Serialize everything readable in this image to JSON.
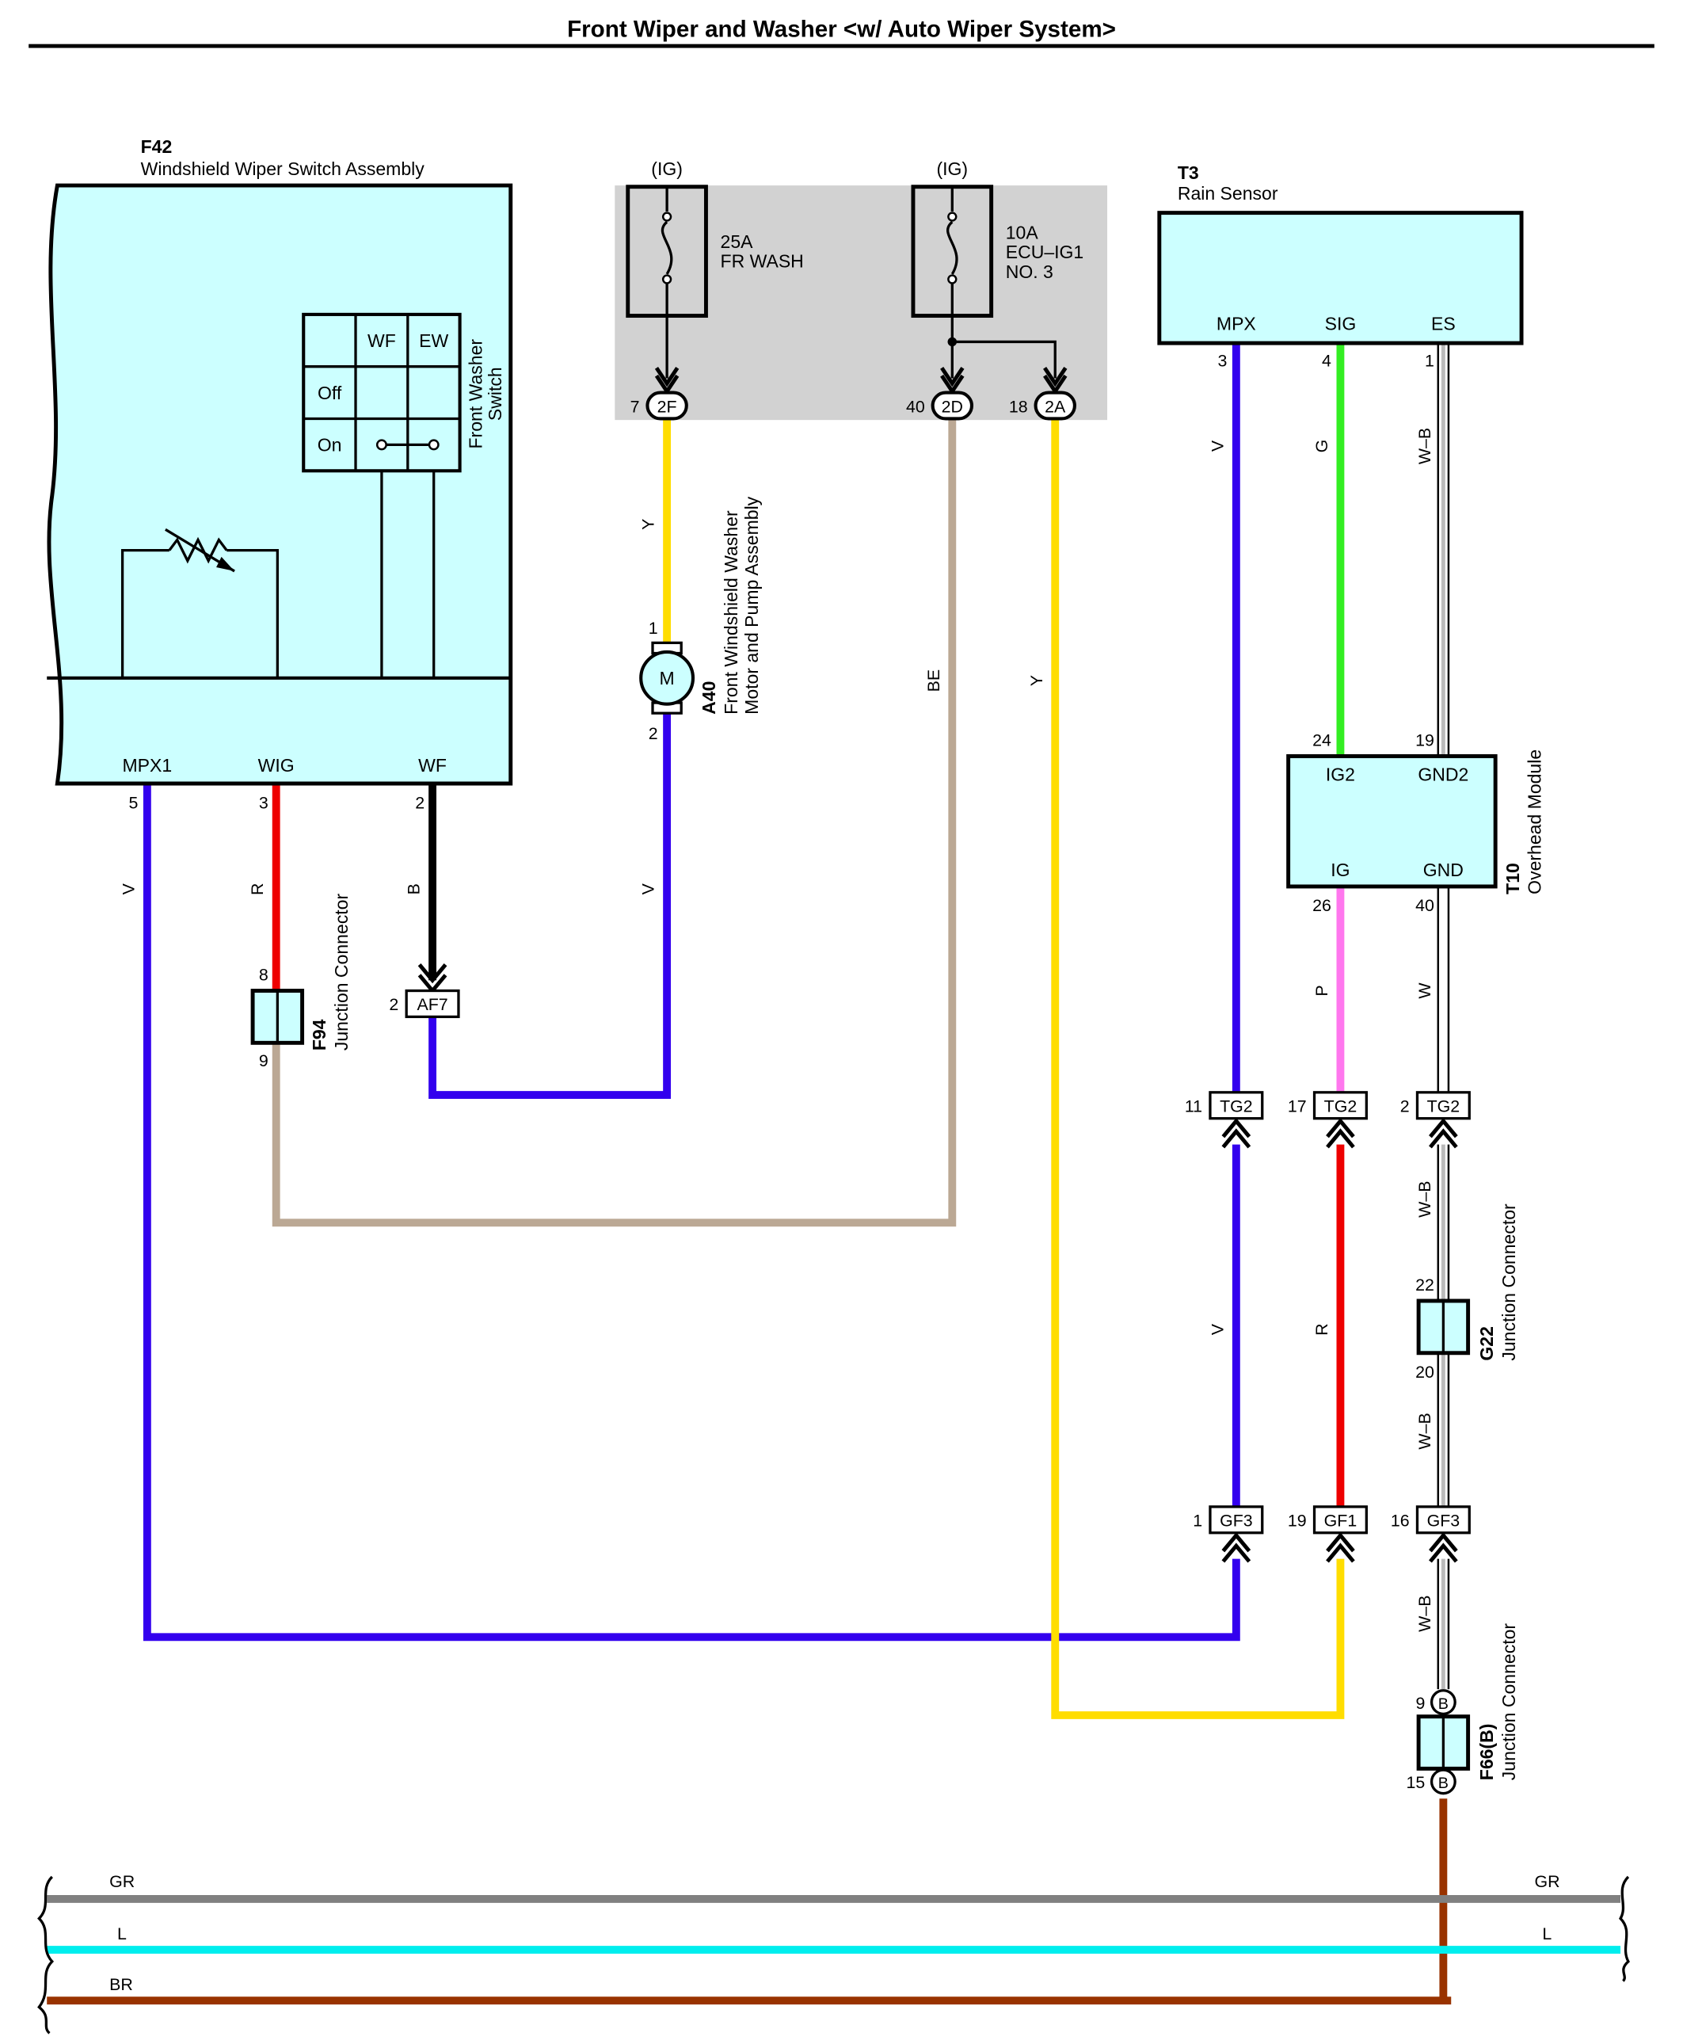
{
  "title": "Front Wiper and Washer <w/ Auto Wiper System>",
  "colors": {
    "V": "#3300ee",
    "Y": "#ffdd00",
    "BE": "#bba894",
    "G": "#33ee22",
    "R": "#ee0000",
    "B": "#000000",
    "P": "#ff77ee",
    "W": "#ffffff",
    "W-B": "#dddddd",
    "GR": "#808080",
    "L": "#00eeee",
    "BR": "#993300",
    "component_fill": "#ccffff",
    "fuse_block_fill": "#d2d2d2"
  },
  "components": {
    "f42": {
      "code": "F42",
      "name": "Windshield Wiper Switch Assembly",
      "pins": [
        {
          "name": "MPX1",
          "num": "5"
        },
        {
          "name": "WIG",
          "num": "3"
        },
        {
          "name": "WF",
          "num": "2"
        }
      ],
      "washer_switch": {
        "title_line1": "Front Washer",
        "title_line2": "Switch",
        "col_headers": [
          "WF",
          "EW"
        ],
        "row_labels": [
          "Off",
          "On"
        ]
      }
    },
    "fuses": [
      {
        "supply": "(IG)",
        "rating": "25A",
        "name": "FR WASH",
        "name2": ""
      },
      {
        "supply": "(IG)",
        "rating": "10A",
        "name": "ECU–IG1",
        "name2": "NO. 3"
      }
    ],
    "fuse_connectors": [
      {
        "pin": "7",
        "label": "2F"
      },
      {
        "pin": "40",
        "label": "2D"
      },
      {
        "pin": "18",
        "label": "2A"
      }
    ],
    "t3": {
      "code": "T3",
      "name": "Rain Sensor",
      "pins": [
        {
          "name": "MPX",
          "num": "3"
        },
        {
          "name": "SIG",
          "num": "4"
        },
        {
          "name": "ES",
          "num": "1"
        }
      ]
    },
    "a40": {
      "code": "A40",
      "name_line1": "Front Windshield Washer",
      "name_line2": "Motor and Pump Assembly",
      "motor_label": "M",
      "pin_top": "1",
      "pin_bottom": "2"
    },
    "t10": {
      "code": "T10",
      "name": "Overhead Module",
      "pins": [
        {
          "name": "IG2",
          "num": "24"
        },
        {
          "name": "GND2",
          "num": "19"
        },
        {
          "name": "IG",
          "num": "26"
        },
        {
          "name": "GND",
          "num": "40"
        }
      ]
    },
    "f94": {
      "code": "F94",
      "name": "Junction Connector",
      "pin_top": "8",
      "pin_bottom": "9"
    },
    "g22": {
      "code": "G22",
      "name": "Junction Connector",
      "pin_top": "22",
      "pin_bottom": "20"
    },
    "f66": {
      "code": "F66(B)",
      "name": "Junction Connector",
      "pin_top": "9",
      "pin_bottom": "15",
      "badge": "B"
    }
  },
  "connectors": {
    "af7": {
      "pin": "2",
      "label": "AF7"
    },
    "tg2": [
      {
        "pin": "11",
        "label": "TG2"
      },
      {
        "pin": "17",
        "label": "TG2"
      },
      {
        "pin": "2",
        "label": "TG2"
      }
    ],
    "gf": [
      {
        "pin": "1",
        "label": "GF3"
      },
      {
        "pin": "19",
        "label": "GF1"
      },
      {
        "pin": "16",
        "label": "GF3"
      }
    ]
  },
  "wire_labels": {
    "f42_mpx1": "V",
    "f42_wig": "R",
    "f42_wf": "B",
    "a40_top": "Y",
    "a40_bottom": "V",
    "fuse_2d": "BE",
    "fuse_2a": "Y",
    "t3_mpx": "V",
    "t3_sig": "G",
    "t3_es": "W–B",
    "t10_ig": "P",
    "t10_gnd": "W",
    "tg2_v": "V",
    "tg2_r": "R",
    "tg2_wb": "W–B",
    "g22_wb": "W–B",
    "gf3_wb": "W–B"
  },
  "bus": [
    {
      "label": "GR",
      "color_key": "GR"
    },
    {
      "label": "L",
      "color_key": "L"
    },
    {
      "label": "BR",
      "color_key": "BR"
    }
  ]
}
